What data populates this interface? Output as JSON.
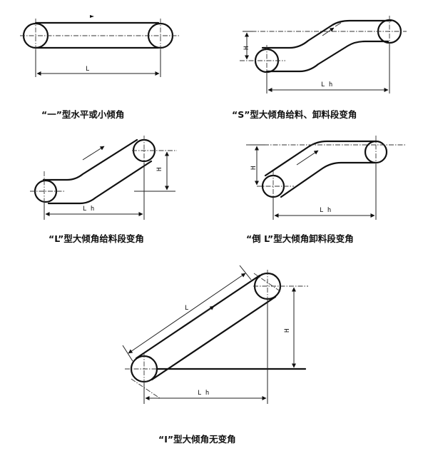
{
  "diagrams": [
    {
      "id": "horizontal",
      "caption": "“一”型水平或小倾角",
      "dims": {
        "length": "L"
      }
    },
    {
      "id": "s-type",
      "caption": "“S”型大倾角给料、卸料段变角",
      "dims": {
        "height": "H",
        "horizontal": "L h"
      }
    },
    {
      "id": "l-type",
      "caption": "“L”型大倾角给料段变角",
      "dims": {
        "height": "H",
        "horizontal": "L h"
      }
    },
    {
      "id": "inverted-l",
      "caption": "“倒 L”型大倾角卸料段变角",
      "dims": {
        "height": "H",
        "horizontal": "L h"
      }
    },
    {
      "id": "i-type",
      "caption": "“I”型大倾角无变角",
      "dims": {
        "length": "L",
        "height": "H",
        "horizontal": "L h"
      }
    }
  ]
}
